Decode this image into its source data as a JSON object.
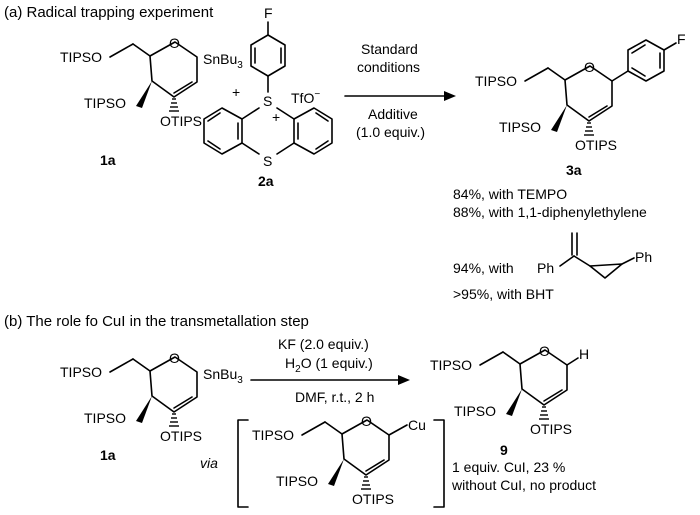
{
  "sections": {
    "a_title": "(a) Radical trapping experiment",
    "b_title": "(b) The role fo CuI in the transmetallation step"
  },
  "reaction_a": {
    "plus": "+",
    "triflate": "TfO",
    "triflate_charge": "−",
    "sulfonium_charge": "+",
    "arrow_above_1": "Standard",
    "arrow_above_2": "conditions",
    "arrow_below_1": "Additive",
    "arrow_below_2": "(1.0 equiv.)",
    "compound_1a": "1a",
    "compound_2a": "2a",
    "compound_3a": "3a",
    "results": [
      "84%, with TEMPO",
      "88%, with 1,1-diphenylethylene",
      "94%, with",
      ">95%, with BHT"
    ],
    "cyclopropane_ph_left": "Ph",
    "cyclopropane_ph_right": "Ph"
  },
  "reaction_b": {
    "arrow_above_1": "KF (2.0 equiv.)",
    "arrow_above_2": "H",
    "arrow_above_2_sub": "2",
    "arrow_above_2_rest": "O (1 equiv.)",
    "arrow_below": "DMF, r.t., 2 h",
    "compound_1a": "1a",
    "compound_9": "9",
    "via": "via",
    "results": [
      "1 equiv. CuI, 23 %",
      "without CuI, no product"
    ],
    "h_label": "H",
    "cu_label": "Cu"
  },
  "labels": {
    "tipso": "TIPSO",
    "otips": "OTIPS",
    "o": "O",
    "s": "S",
    "f": "F",
    "sn": "SnBu",
    "sn_sub": "3"
  }
}
